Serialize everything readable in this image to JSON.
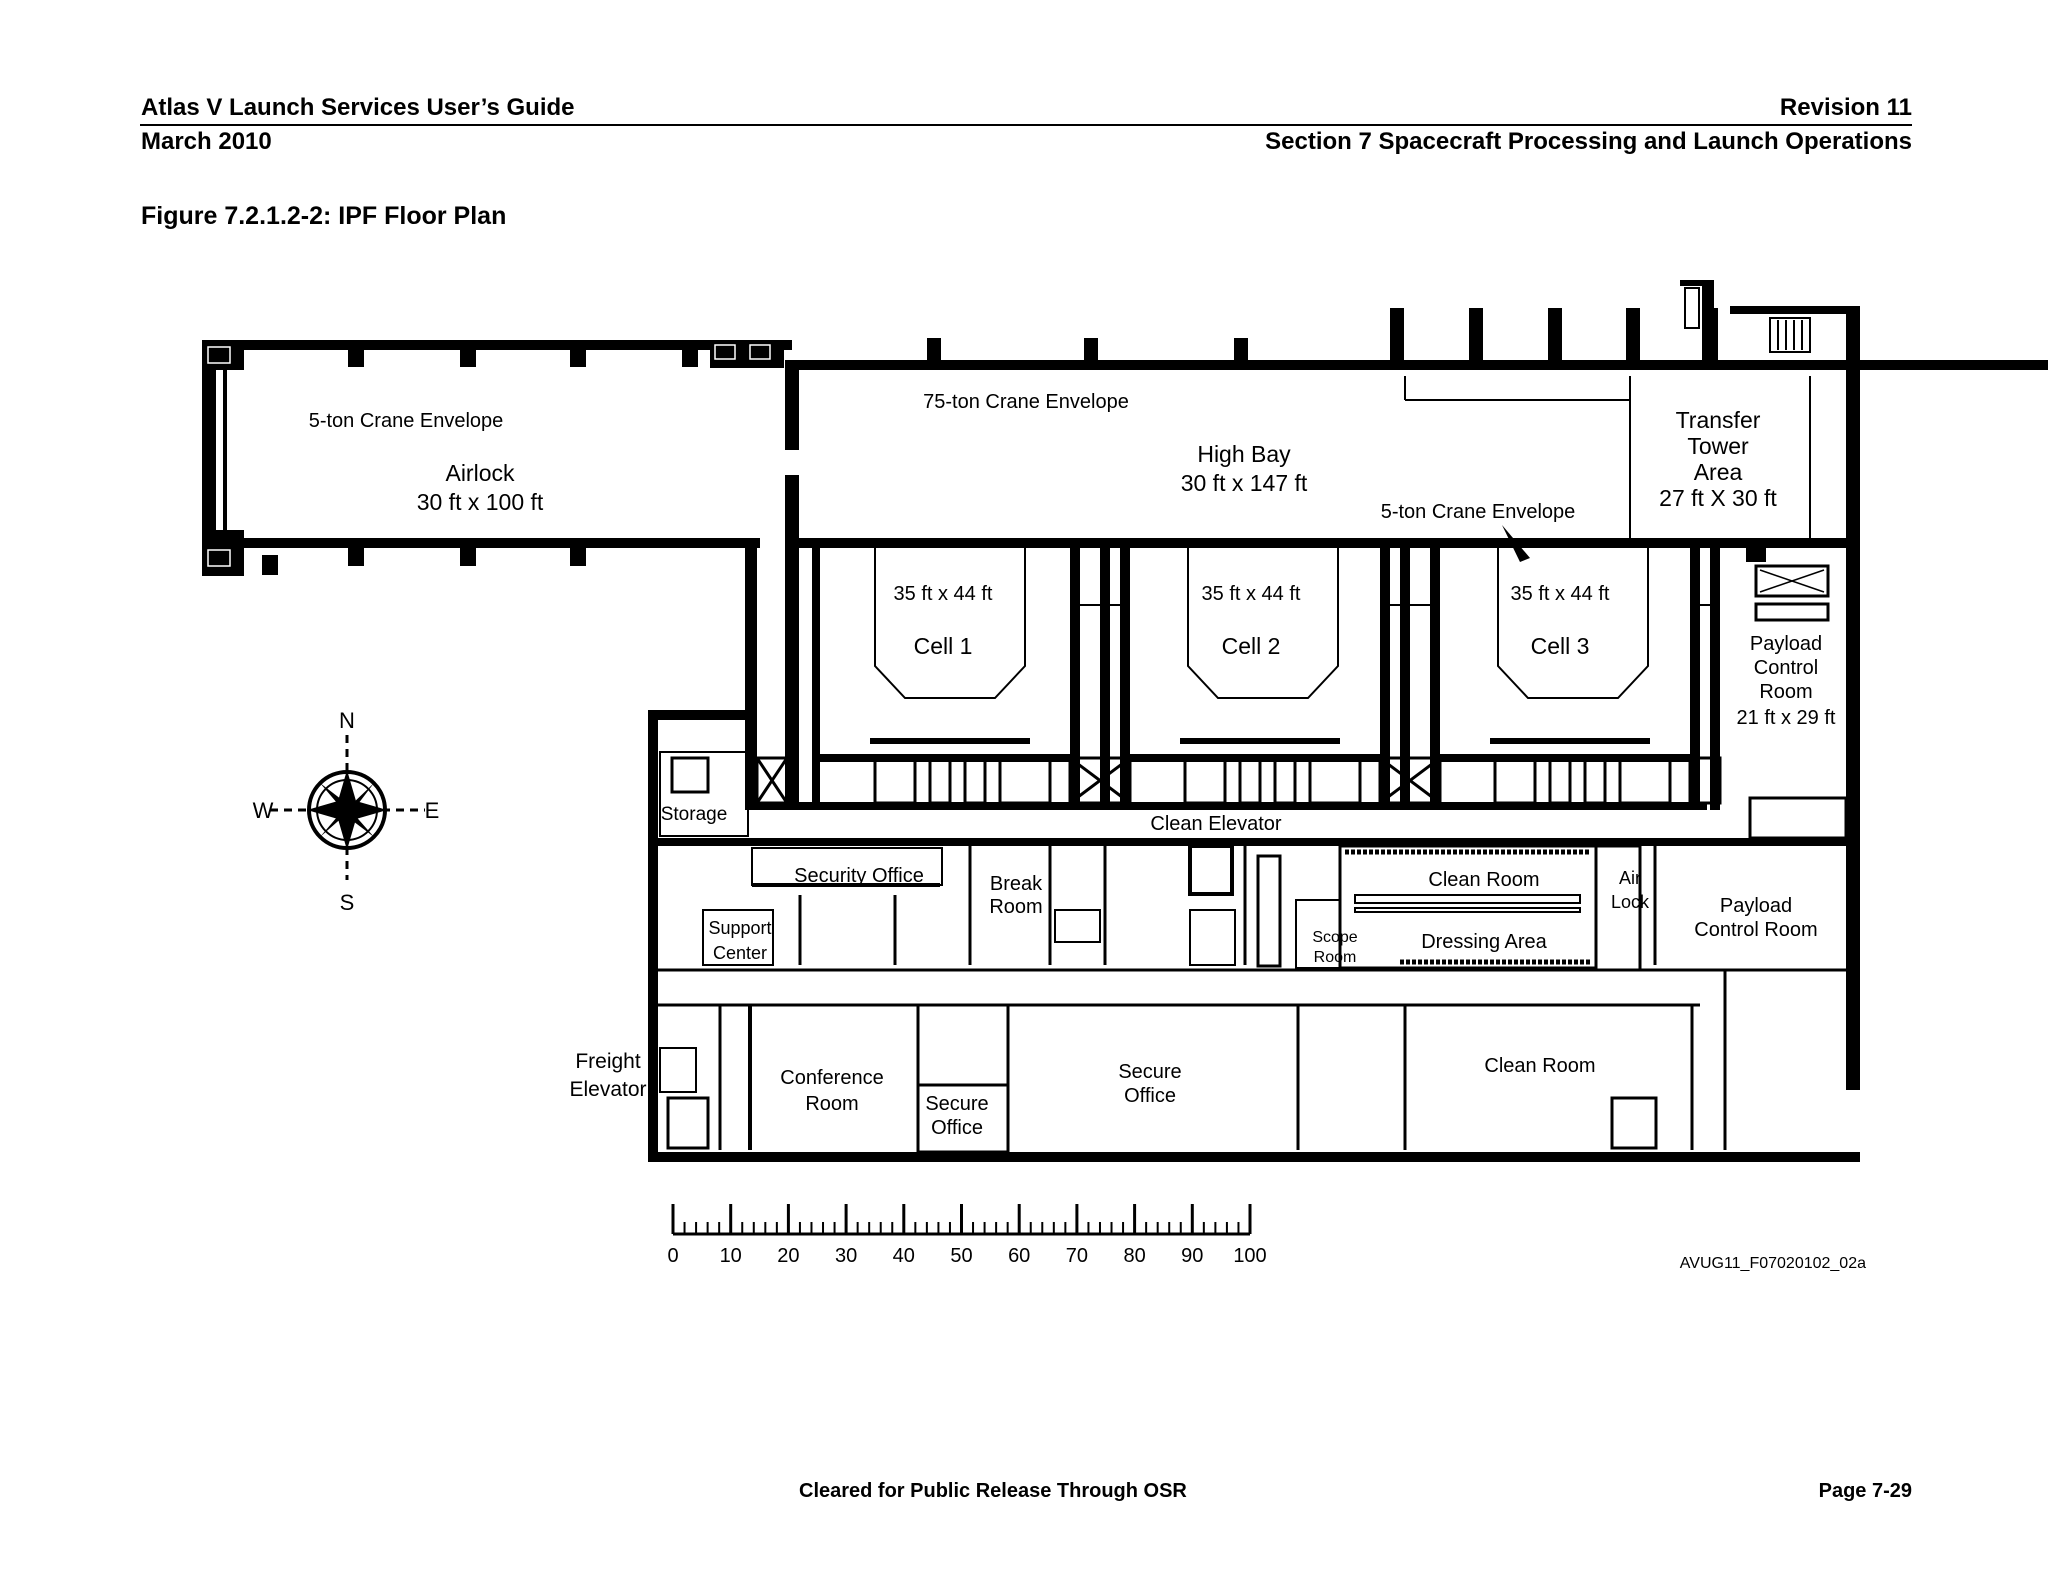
{
  "header": {
    "doc_title": "Atlas V Launch Services User’s Guide",
    "revision": "Revision 11",
    "date": "March 2010",
    "section": "Section 7 Spacecraft Processing and Launch Operations"
  },
  "figure": {
    "caption": "Figure 7.2.1.2-2: IPF Floor Plan",
    "rooms": {
      "airlock_crane": "5-ton Crane Envelope",
      "airlock_name": "Airlock",
      "airlock_dims": "30 ft x 100 ft",
      "highbay_crane": "75-ton Crane Envelope",
      "highbay_name": "High Bay",
      "highbay_dims": "30 ft x 147 ft",
      "highbay_crane_small": "5-ton Crane Envelope",
      "transfer_1": "Transfer",
      "transfer_2": "Tower",
      "transfer_3": "Area",
      "transfer_dims": "27 ft X 30 ft",
      "cell1_dims": "35 ft x 44 ft",
      "cell1_name": "Cell 1",
      "cell2_dims": "35 ft x 44 ft",
      "cell2_name": "Cell 2",
      "cell3_dims": "35 ft x 44 ft",
      "cell3_name": "Cell 3",
      "pcr_upper_1": "Payload",
      "pcr_upper_2": "Control",
      "pcr_upper_3": "Room",
      "pcr_upper_dims": "21 ft x 29 ft",
      "storage": "Storage",
      "clean_elevator": "Clean Elevator",
      "security_office": "Security Office",
      "break_room_1": "Break",
      "break_room_2": "Room",
      "support_center_1": "Support",
      "support_center_2": "Center",
      "scope_room_1": "Scope",
      "scope_room_2": "Room",
      "clean_room_upper": "Clean Room",
      "dressing_area": "Dressing Area",
      "air_lock_1": "Air",
      "air_lock_2": "Lock",
      "pcr_lower_1": "Payload",
      "pcr_lower_2": "Control Room",
      "freight_elevator_1": "Freight",
      "freight_elevator_2": "Elevator",
      "conference_room_1": "Conference",
      "conference_room_2": "Room",
      "secure_office_small_1": "Secure",
      "secure_office_small_2": "Office",
      "secure_office_1": "Secure",
      "secure_office_2": "Office",
      "clean_room_lower": "Clean Room"
    },
    "compass": {
      "n": "N",
      "s": "S",
      "e": "E",
      "w": "W"
    },
    "scale_labels": [
      "0",
      "10",
      "20",
      "30",
      "40",
      "50",
      "60",
      "70",
      "80",
      "90",
      "100"
    ],
    "drawing_id": "AVUG11_F07020102_02a"
  },
  "footer": {
    "release": "Cleared for Public Release Through OSR",
    "page": "Page 7-29"
  }
}
